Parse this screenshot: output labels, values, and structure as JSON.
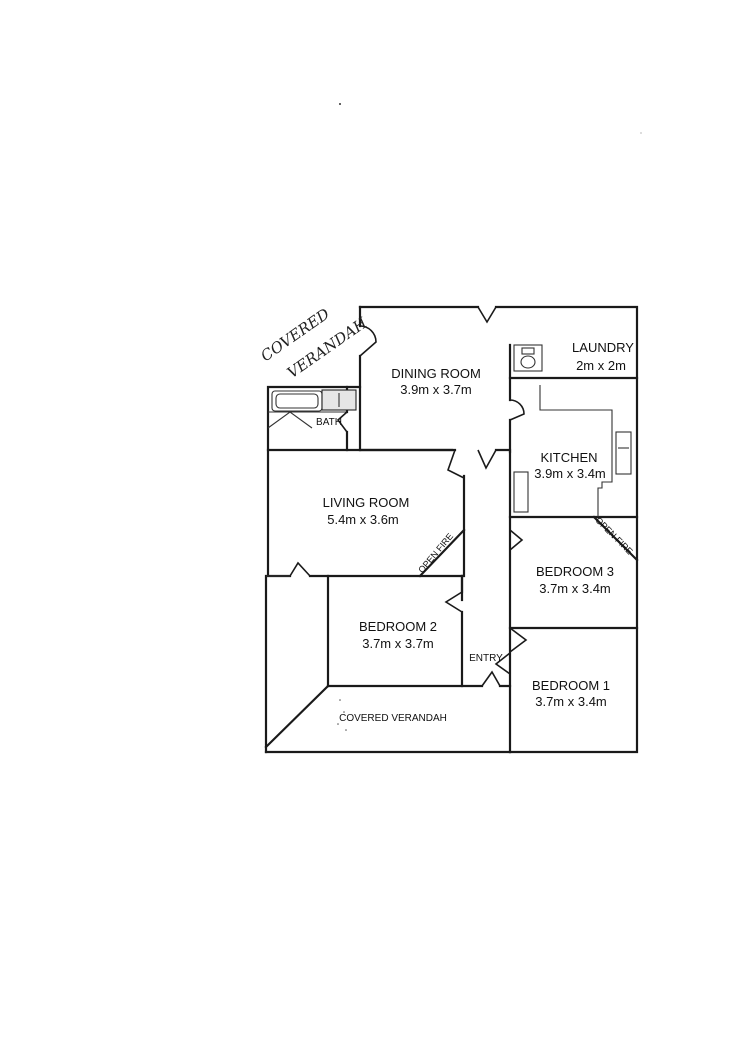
{
  "rooms": {
    "dining": {
      "name": "DINING ROOM",
      "size": "3.9m x 3.7m"
    },
    "laundry": {
      "name": "LAUNDRY",
      "size": "2m x 2m"
    },
    "kitchen": {
      "name": "KITCHEN",
      "size": "3.9m x 3.4m"
    },
    "living": {
      "name": "LIVING ROOM",
      "size": "5.4m x 3.6m"
    },
    "bedroom3": {
      "name": "BEDROOM 3",
      "size": "3.7m x 3.4m"
    },
    "bedroom2": {
      "name": "BEDROOM 2",
      "size": "3.7m x 3.7m"
    },
    "bedroom1": {
      "name": "BEDROOM 1",
      "size": "3.7m x 3.4m"
    },
    "bath": {
      "name": "BATH"
    },
    "entry": {
      "name": "ENTRY"
    }
  },
  "features": {
    "open_fire_living": "OPEN FIRE",
    "open_fire_bedroom3": "OPEN FIRE",
    "covered_verandah_front": "COVERED VERANDAH"
  },
  "handwritten": {
    "line1": "COVERED",
    "line2": "VERANDAH"
  }
}
